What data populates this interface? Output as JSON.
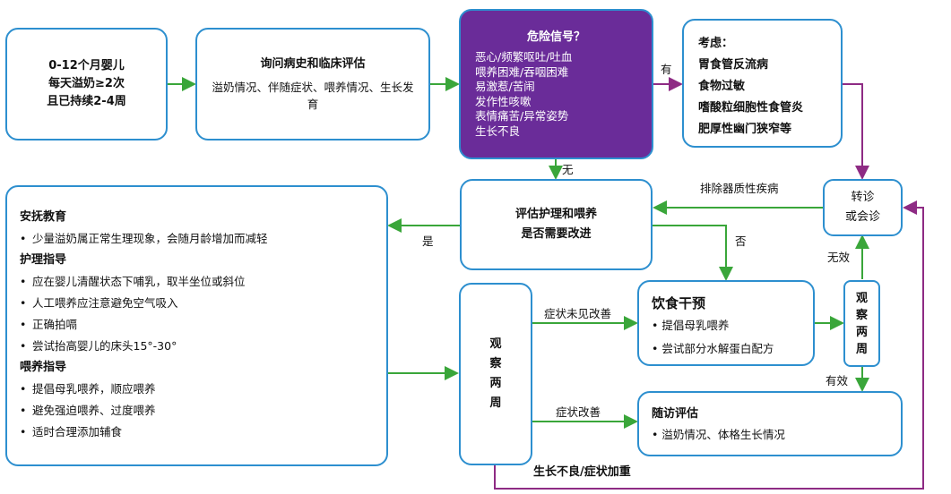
{
  "nodes": {
    "infant": [
      "0-12个月婴儿",
      "每天溢奶≥2次",
      "且已持续2-4周"
    ],
    "history": {
      "title": "询问病史和临床评估",
      "body": "溢奶情况、伴随症状、喂养情况、生长发育"
    },
    "danger": {
      "title": "危险信号？",
      "items": [
        "恶心/频繁呕吐/吐血",
        "喂养困难/吞咽困难",
        "易激惹/苦闹",
        "发作性咳嗽",
        "表情痛苦/异常姿势",
        "生长不良"
      ]
    },
    "consider": {
      "title": "考虑：",
      "items": [
        "胃食管反流病",
        "食物过敏",
        "嗜酸粒细胞性食管炎",
        "肥厚性幽门狭窄等"
      ]
    },
    "referral": [
      "转诊",
      "或会诊"
    ],
    "assess": [
      "评估护理和喂养",
      "是否需要改进"
    ],
    "education": {
      "sections": [
        {
          "title": "安抚教育",
          "items": [
            "少量溢奶属正常生理现象，会随月龄增加而减轻"
          ]
        },
        {
          "title": "护理指导",
          "items": [
            "应在婴儿清醒状态下哺乳，取半坐位或斜位",
            "人工喂养应注意避免空气吸入",
            "正确拍嗝",
            "尝试抬高婴儿的床头15°-30°"
          ]
        },
        {
          "title": "喂养指导",
          "items": [
            "提倡母乳喂养，顺应喂养",
            "避免强迫喂养、过度喂养",
            "适时合理添加辅食"
          ]
        }
      ]
    },
    "observe_left": [
      "观",
      "察",
      "两",
      "周"
    ],
    "diet": {
      "title": "饮食干预",
      "items": [
        "• 提倡母乳喂养",
        "• 尝试部分水解蛋白配方"
      ]
    },
    "observe_right": [
      "观",
      "察",
      "两",
      "周"
    ],
    "followup": {
      "title": "随访评估",
      "body": "• 溢奶情况、体格生长情况"
    }
  },
  "edge_labels": {
    "yes_danger": "有",
    "no_danger": "无",
    "exclude_organic": "排除器质性疾病",
    "yes_improve": "是",
    "no_improve": "否",
    "not_improved": "症状未见改善",
    "improved": "症状改善",
    "ineffective": "无效",
    "effective": "有效",
    "worse": "生长不良/症状加重"
  },
  "colors": {
    "box_border": "#2d8fcf",
    "danger_fill": "#6a2c99",
    "arrow_green": "#3aa63a",
    "arrow_purple": "#8e2b84"
  }
}
